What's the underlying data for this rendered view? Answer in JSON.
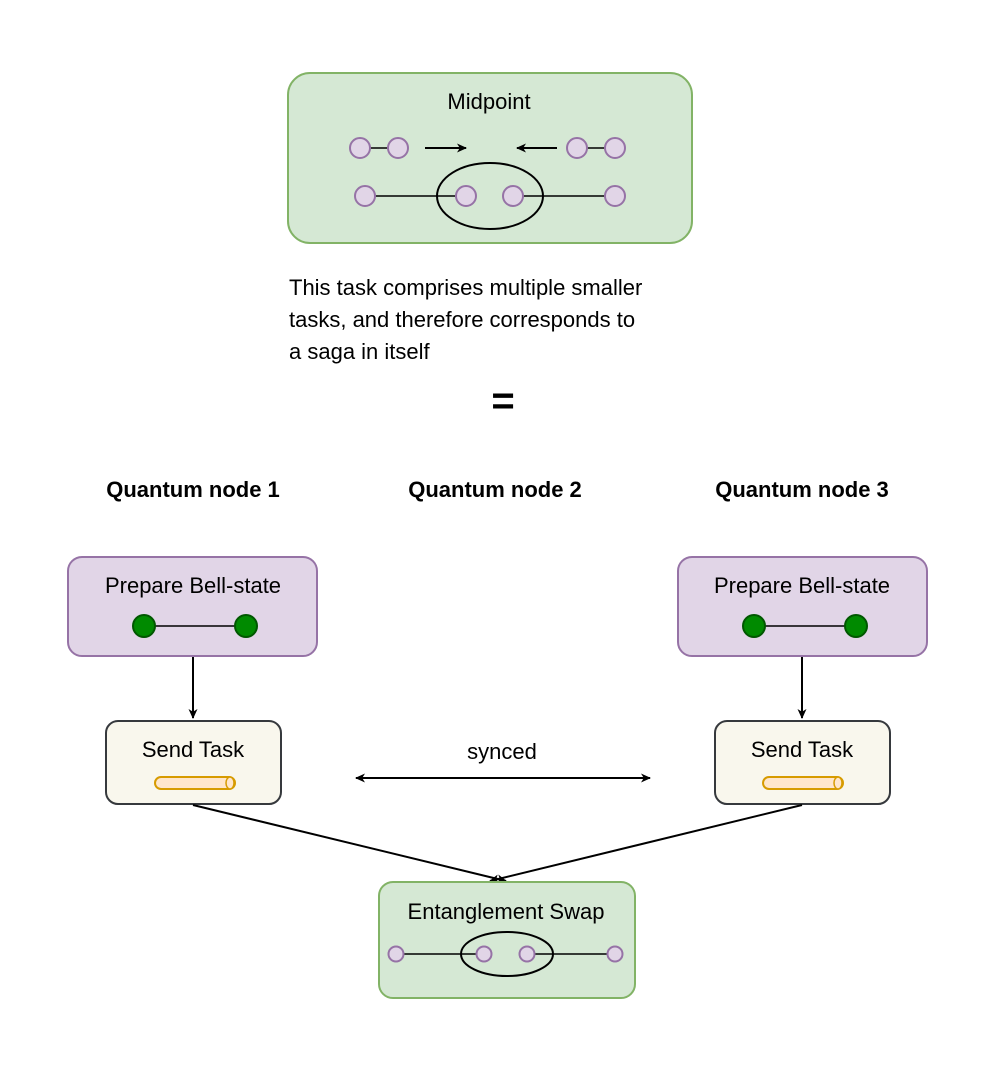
{
  "midpoint": {
    "title": "Midpoint",
    "description_lines": [
      "This task comprises multiple smaller",
      "tasks, and therefore corresponds to",
      "a saga in itself"
    ]
  },
  "equals_sign": "=",
  "columns": {
    "node1": "Quantum node 1",
    "node2": "Quantum node 2",
    "node3": "Quantum node 3"
  },
  "left_prepare": {
    "label": "Prepare Bell-state"
  },
  "right_prepare": {
    "label": "Prepare Bell-state"
  },
  "left_send": {
    "label": "Send Task"
  },
  "right_send": {
    "label": "Send Task"
  },
  "sync": {
    "label": "synced"
  },
  "swap": {
    "label": "Entanglement Swap"
  },
  "colors": {
    "green_fill": "#d5e8d4",
    "green_stroke": "#82b366",
    "purple_fill": "#e1d5e7",
    "purple_stroke": "#9673a6",
    "cream_fill": "#f9f7ed",
    "dark_stroke": "#36393d",
    "qubit_green": "#008a00",
    "qubit_green_stroke": "#005700",
    "channel_fill": "#ffe6cc",
    "channel_stroke": "#d79b00"
  }
}
